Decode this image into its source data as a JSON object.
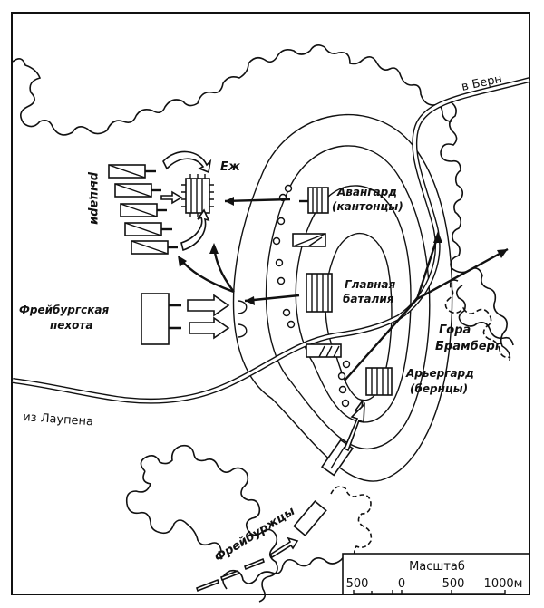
{
  "map": {
    "roads": {
      "to_bern": "в Берн",
      "from_laupen": "из Лаупена"
    },
    "hill": "Гора Брамберг",
    "hill_lines": [
      "Гора",
      "Брамберг"
    ],
    "units": {
      "hedgehog": "Еж",
      "riders": "рыцари",
      "freiburg_infantry": [
        "Фрейбургская",
        "пехота"
      ],
      "vanguard": [
        "Авангард",
        "(кантонцы)"
      ],
      "main_battle": [
        "Главная",
        "баталия"
      ],
      "rearguard": [
        "Арьергард",
        "(бернцы)"
      ],
      "freiburgers": "Фрейбуржцы"
    },
    "scale": {
      "title": "Масштаб",
      "ticks": [
        "500",
        "0",
        "500",
        "1000м"
      ]
    },
    "colors": {
      "ink": "#111111",
      "paper": "#ffffff"
    }
  }
}
